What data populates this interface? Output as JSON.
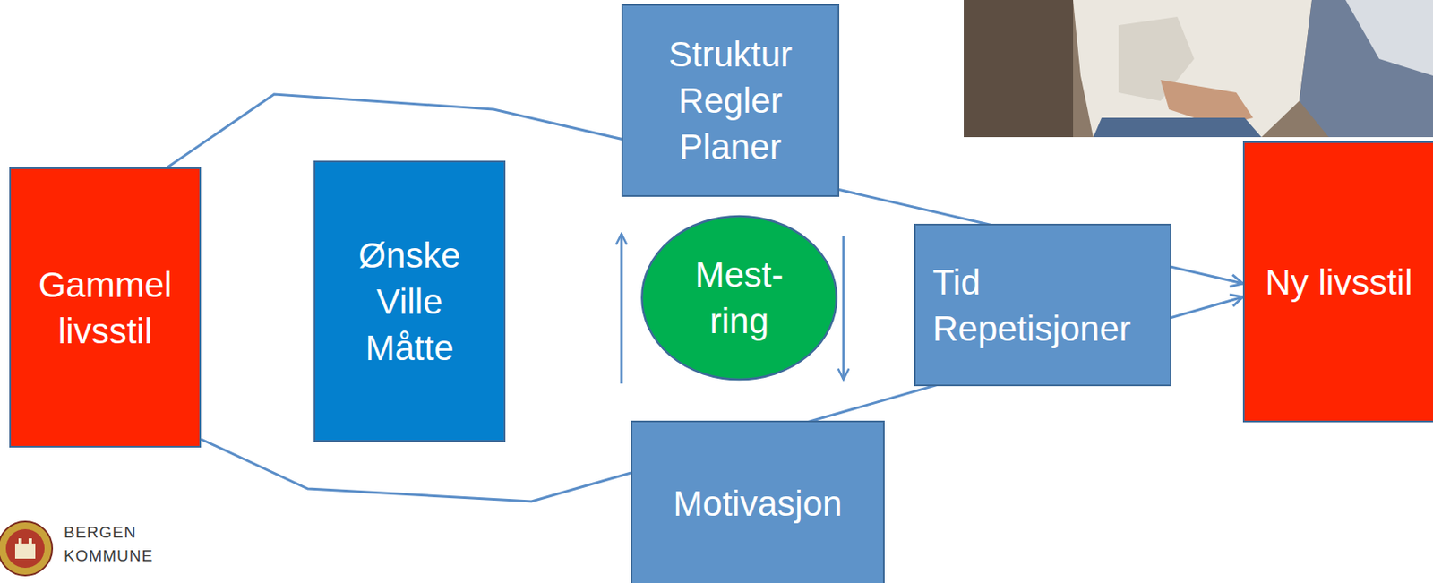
{
  "diagram": {
    "nodes": [
      {
        "text": [
          "Gammel livsstil"
        ]
      },
      {
        "text": [
          "Ønske Ville Måtte"
        ]
      },
      {
        "text": [
          "Struktur Regler Planer"
        ]
      },
      {
        "text": [
          "Mest- ring"
        ]
      },
      {
        "text": [
          "Motivasjon"
        ]
      },
      {
        "text": [
          "Tid Repetisjoner"
        ]
      },
      {
        "text": [
          "Ny livsstil"
        ]
      }
    ],
    "edges": [
      {
        "from": 0,
        "to": 6,
        "arrow": "to"
      },
      {
        "from": 0,
        "to": 6,
        "arrow": "to"
      }
    ],
    "labels": [
      "BERGEN KOMMUNE"
    ]
  }
}
